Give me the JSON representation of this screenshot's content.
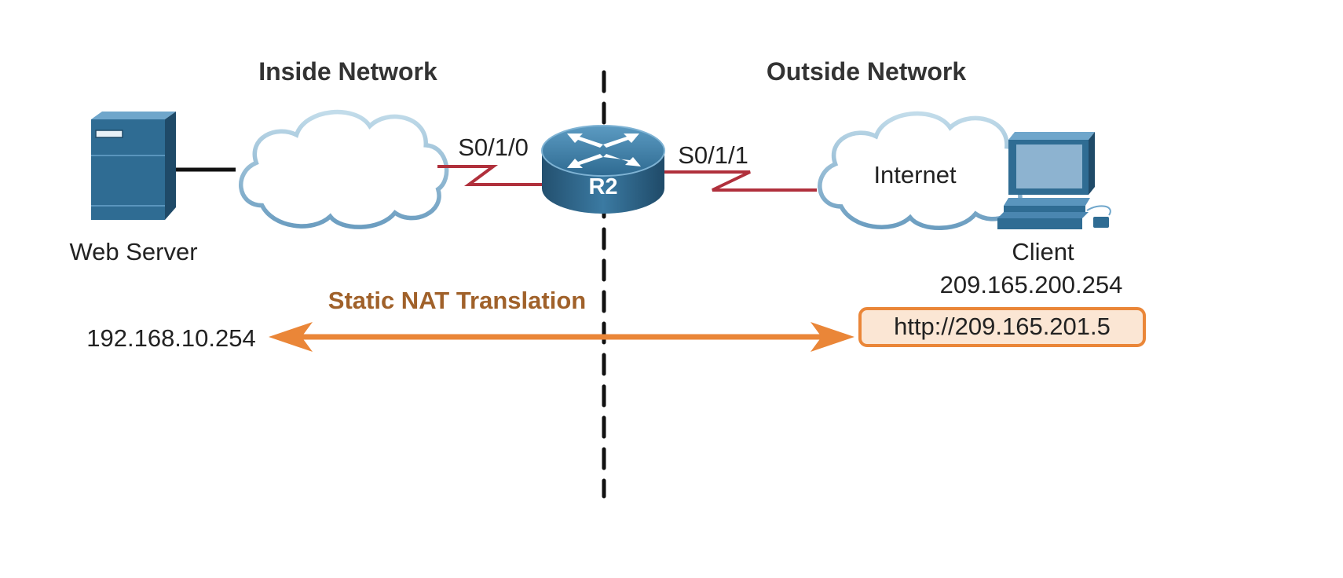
{
  "sections": {
    "inside": "Inside Network",
    "outside": "Outside Network"
  },
  "devices": {
    "web_server": {
      "label": "Web Server",
      "ip": "192.168.10.254"
    },
    "router": {
      "label": "R2"
    },
    "client": {
      "label": "Client",
      "ip": "209.165.200.254"
    },
    "internet_cloud": {
      "label": "Internet"
    }
  },
  "interfaces": {
    "inside": "S0/1/0",
    "outside": "S0/1/1"
  },
  "translation": {
    "title": "Static NAT Translation",
    "url": "http://209.165.201.5"
  },
  "colors": {
    "device_blue": "#2f6c93",
    "serial_link": "#b0303c",
    "nat_arrow": "#ea8638",
    "nat_text": "#a0612a",
    "url_box_fill": "#fbe6d4"
  },
  "icons": [
    "server-icon",
    "cloud-icon",
    "router-icon",
    "pc-icon"
  ]
}
